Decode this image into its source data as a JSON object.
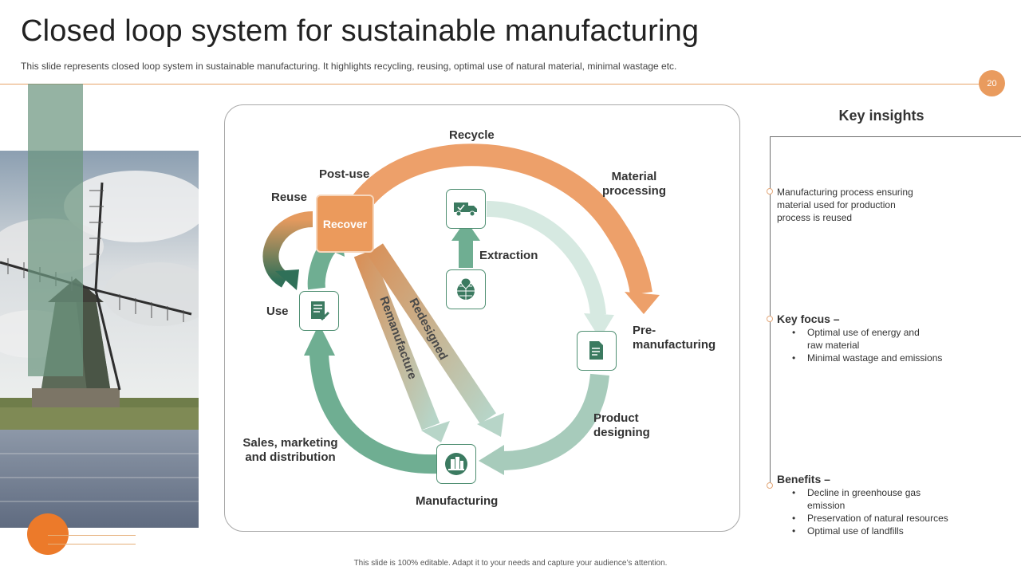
{
  "slide": {
    "title": "Closed loop system for sustainable manufacturing",
    "subtitle": "This slide represents closed loop system in sustainable manufacturing. It highlights recycling, reusing, optimal use of natural material, minimal wastage etc.",
    "page_number": "20",
    "footer": "This slide is 100% editable.  Adapt it to your needs and capture your audience’s attention."
  },
  "diagram": {
    "recycle": "Recycle",
    "post_use": "Post-use",
    "reuse": "Reuse",
    "recover": "Recover",
    "material_processing_1": "Material",
    "material_processing_2": "processing",
    "extraction": "Extraction",
    "use": "Use",
    "pre_manufacturing_1": "Pre-",
    "pre_manufacturing_2": "manufacturing",
    "redesigned": "Redesigned",
    "remanufacture": "Remanufacture",
    "product_designing_1": "Product",
    "product_designing_2": "designing",
    "sales_1": "Sales, marketing",
    "sales_2": "and distribution",
    "manufacturing": "Manufacturing"
  },
  "key_insights": {
    "title": "Key insights",
    "point1_lines": [
      "Manufacturing  process ensuring",
      "material used for production",
      "process is reused"
    ],
    "key_focus": {
      "heading": "Key focus –",
      "items": [
        [
          "Optimal use of energy and",
          "raw material"
        ],
        [
          "Minimal wastage and emissions"
        ]
      ]
    },
    "benefits": {
      "heading": "Benefits –",
      "items": [
        [
          "Decline in greenhouse gas",
          "emission"
        ],
        [
          "Preservation  of natural resources"
        ],
        [
          "Optimal use of landfills"
        ]
      ]
    }
  },
  "colors": {
    "accent_orange": "#eb9a5c",
    "accent_green": "#5e9e80",
    "light_green": "#b9dccd"
  }
}
